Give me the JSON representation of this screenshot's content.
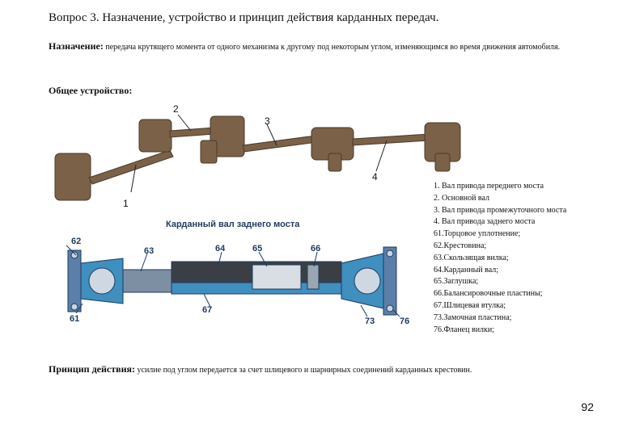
{
  "title": "Вопрос 3. Назначение, устройство и принцип действия карданных передач.",
  "purpose": {
    "label": "Назначение:",
    "text": " передача крутящего момента от одного механизма к другому под некоторым углом, изменяющимся во время движения автомобиля."
  },
  "general_label": "Общее устройство:",
  "top_callouts": [
    "1",
    "2",
    "3",
    "4"
  ],
  "rear_shaft_title": "Карданный вал заднего моста",
  "rear_callouts": [
    "62",
    "63",
    "64",
    "65",
    "66",
    "61",
    "67",
    "73",
    "76"
  ],
  "legend": [
    "1.   Вал привода переднего моста",
    "2.   Основной вал",
    "3.   Вал привода промежуточного моста",
    "4.   Вал привода заднего моста",
    "61.Торцовое уплотнение;",
    "62.Крестовина;",
    "63.Скользящая вилка;",
    "64.Карданный вал;",
    "65.Заглушка;",
    "66.Балансировочные пластины;",
    "67.Шлицевая втулка;",
    "73.Замочная пластина;",
    "76.Фланец вилки;"
  ],
  "principle": {
    "label": "Принцип действия:",
    "text": " усилие под углом передается за счет шлицевого и шарнирных соединений карданных крестовин."
  },
  "page_number": "92"
}
